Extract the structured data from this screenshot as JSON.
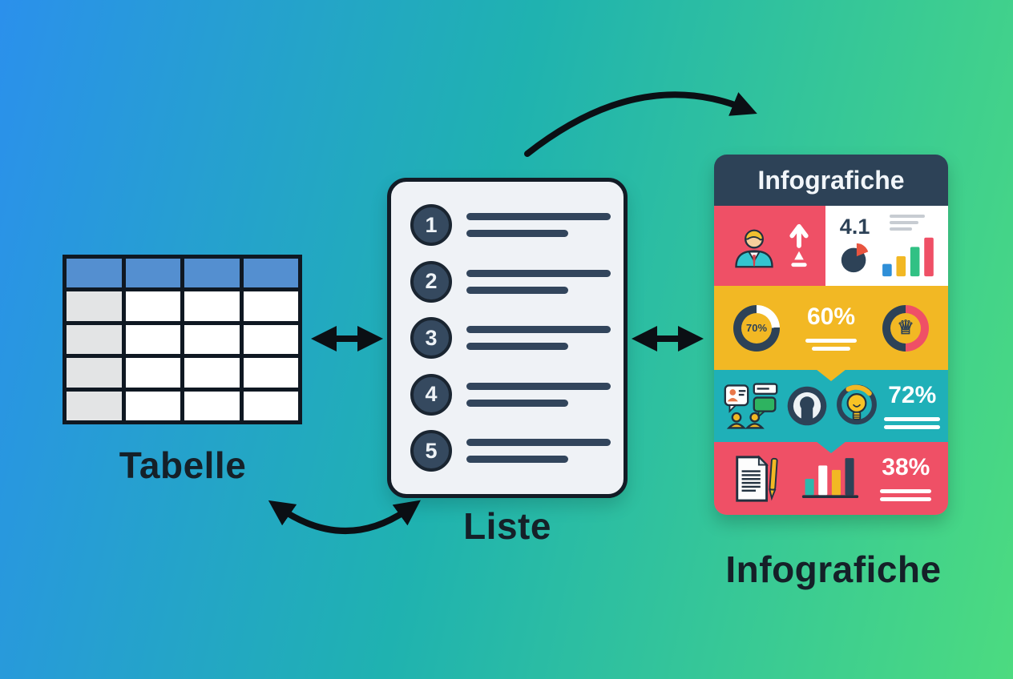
{
  "colors": {
    "bg-blue": "#2b90ec",
    "bg-mid": "#1fb2b0",
    "bg-green": "#4cdb80",
    "ink": "#0b0f14",
    "label": "#152028",
    "navy": "#2d4257",
    "red": "#ef5066",
    "yellow": "#f2b824",
    "teal": "#1fb0b8",
    "card-bg": "#eff2f6",
    "line": "#32455c",
    "table-header": "#548fd0",
    "table-gray": "#e3e4e5"
  },
  "table_panel": {
    "label": "Tabelle",
    "columns": 4,
    "rows": 5
  },
  "list_panel": {
    "label": "Liste",
    "items": [
      {
        "number": "1"
      },
      {
        "number": "2"
      },
      {
        "number": "3"
      },
      {
        "number": "4"
      },
      {
        "number": "5"
      }
    ]
  },
  "infographic_panel": {
    "title": "Infografiche",
    "caption": "Infografiche",
    "rating": "4.1",
    "donut_percent": "70%",
    "headline_percent": "60%",
    "ideas_percent": "72%",
    "report_percent": "38%",
    "crown_glyph": "♕"
  },
  "icons": {
    "businessman-icon": "person in teal suit with red tie",
    "growth-arrow-icon": "white upward arrow over step marker",
    "pie-chart-icon": "navy pie with red slice",
    "mini-bar-chart-icon": "ascending blue/yellow/green/red bars",
    "donut-chart-icon": "navy ring, 70% filled",
    "crown-donut-icon": "half navy half red ring with crown",
    "conversation-icon": "speech bubbles with people",
    "spotlight-icon": "navy keyhole circle",
    "lightbulb-icon": "yellow bulb in ring",
    "document-pen-icon": "lined document with yellow pen",
    "report-bars-icon": "teal/white/yellow/navy bars on baseline"
  }
}
